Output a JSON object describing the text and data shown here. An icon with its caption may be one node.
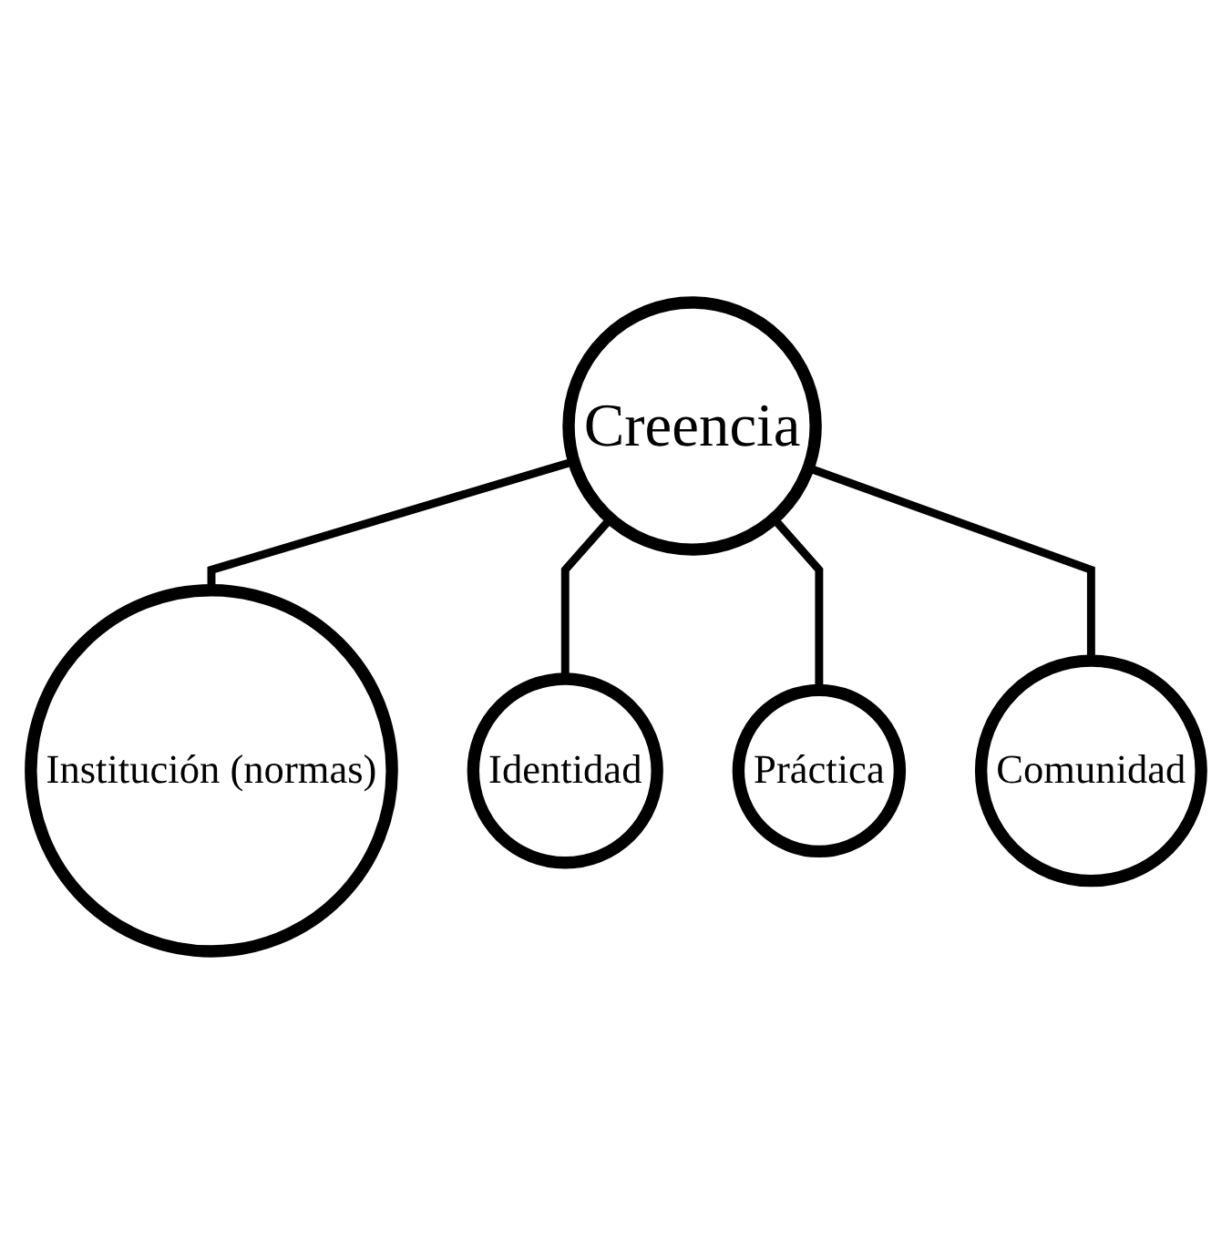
{
  "diagram": {
    "nodes": [
      {
        "text": [
          "Institución (normas)"
        ]
      },
      {
        "text": [
          "Identidad"
        ]
      },
      {
        "text": [
          "Creencia"
        ]
      },
      {
        "text": [
          "Práctica"
        ]
      },
      {
        "text": [
          "Comunidad"
        ]
      }
    ],
    "edges": [
      {
        "from": 2,
        "to": 0,
        "arrow": "none"
      },
      {
        "from": 2,
        "to": 1,
        "arrow": "none"
      },
      {
        "from": 2,
        "to": 3,
        "arrow": "none"
      },
      {
        "from": 2,
        "to": 4,
        "arrow": "none"
      }
    ]
  }
}
